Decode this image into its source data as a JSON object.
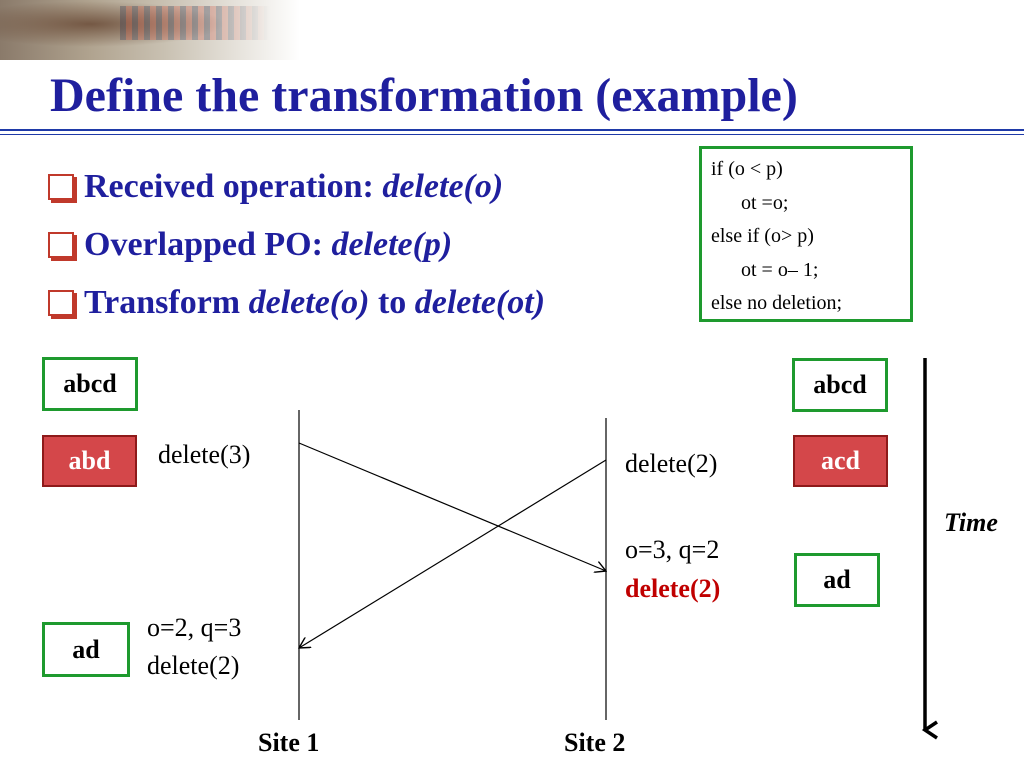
{
  "slide": {
    "title": "Define the transformation (example)",
    "bullets": [
      {
        "prefix": "Received operation: ",
        "italic": "delete(o)",
        "mid": "",
        "italic2": ""
      },
      {
        "prefix": "Overlapped PO: ",
        "italic": "delete(p)",
        "mid": "",
        "italic2": ""
      },
      {
        "prefix": "Transform ",
        "italic": "delete(o)",
        "mid": " to ",
        "italic2": "delete(ot)"
      }
    ],
    "code": {
      "line1": "if (o < p)",
      "line2": "ot =o;",
      "line3": "else if (o> p)",
      "line4": "ot = o– 1;",
      "line5": "else no deletion;"
    },
    "site1": {
      "label": "Site 1",
      "state_initial": "abcd",
      "state_after_local": "abd",
      "state_final": "ad",
      "local_op": "delete(3)",
      "remote_params": "o=2, q=3",
      "remote_op": "delete(2)"
    },
    "site2": {
      "label": "Site 2",
      "state_initial": "abcd",
      "state_after_local": "acd",
      "state_final": "ad",
      "local_op": "delete(2)",
      "remote_params": "o=3, q=2",
      "remote_op": "delete(2)"
    },
    "time_label": "Time",
    "colors": {
      "title": "#1f1f9e",
      "green_border": "#1e9a2e",
      "red_fill": "#d4474a",
      "highlight_text": "#c00000"
    }
  }
}
